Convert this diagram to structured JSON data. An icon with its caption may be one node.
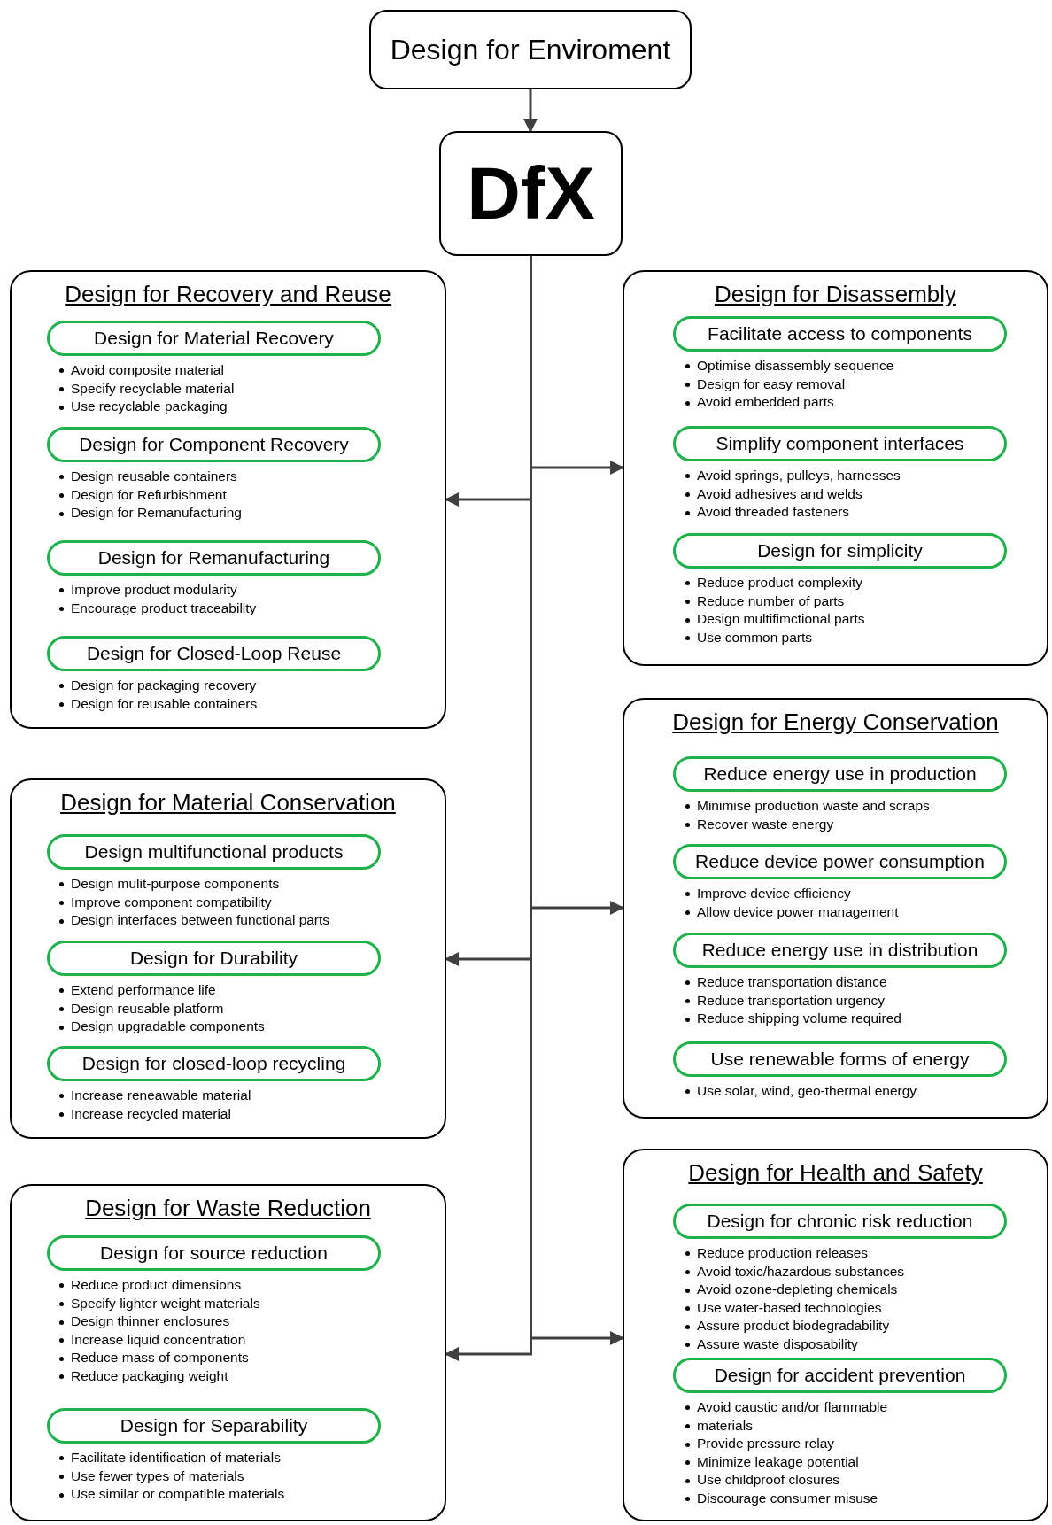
{
  "diagram": {
    "nodes": [
      {
        "text": [
          "Design for Enviroment"
        ]
      },
      {
        "text": [
          "DfX"
        ]
      },
      {
        "text": [
          "Design for Recovery and Reuse"
        ]
      },
      {
        "text": [
          "Design for Material Recovery"
        ],
        "in": 2,
        "beside": [
          "Avoid composite material",
          "Specify recyclable material",
          "Use recyclable packaging"
        ]
      },
      {
        "text": [
          "Design for Component Recovery"
        ],
        "in": 2,
        "beside": [
          "Design reusable containers",
          "Design for Refurbishment",
          "Design for Remanufacturing"
        ]
      },
      {
        "text": [
          "Design for Remanufacturing"
        ],
        "in": 2,
        "beside": [
          "Improve product modularity",
          "Encourage product traceability"
        ]
      },
      {
        "text": [
          "Design for Closed-Loop Reuse"
        ],
        "in": 2,
        "beside": [
          "Design for packaging recovery",
          "Design for reusable containers"
        ]
      },
      {
        "text": [
          "Design for Material Conservation"
        ]
      },
      {
        "text": [
          "Design multifunctional products"
        ],
        "in": 7,
        "beside": [
          "Design mulit-purpose components",
          "Improve component compatibility",
          "Design interfaces between functional parts"
        ]
      },
      {
        "text": [
          "Design for Durability"
        ],
        "in": 7,
        "beside": [
          "Extend performance life",
          "Design reusable platform",
          "Design upgradable components"
        ]
      },
      {
        "text": [
          "Design for closed-loop recycling"
        ],
        "in": 7,
        "beside": [
          "Increase reneawable material",
          "Increase recycled material"
        ]
      },
      {
        "text": [
          "Design for Waste Reduction"
        ]
      },
      {
        "text": [
          "Design for source reduction"
        ],
        "in": 11,
        "beside": [
          "Reduce product dimensions",
          "Specify lighter weight materials",
          "Design thinner enclosures",
          "Increase liquid concentration",
          "Reduce mass of components",
          "Reduce packaging weight"
        ]
      },
      {
        "text": [
          "Design for Separability"
        ],
        "in": 11,
        "beside": [
          "Facilitate identification of materials",
          "Use fewer types of materials",
          "Use similar or compatible materials"
        ]
      },
      {
        "text": [
          "Design for Disassembly"
        ]
      },
      {
        "text": [
          "Facilitate access to components"
        ],
        "in": 14,
        "beside": [
          "Optimise disassembly sequence",
          "Design for easy removal",
          "Avoid embedded parts"
        ]
      },
      {
        "text": [
          "Simplify component interfaces"
        ],
        "in": 14,
        "beside": [
          "Avoid springs, pulleys, harnesses",
          "Avoid adhesives and welds",
          "Avoid threaded fasteners"
        ]
      },
      {
        "text": [
          "Design for simplicity"
        ],
        "in": 14,
        "beside": [
          "Reduce product complexity",
          "Reduce number of parts",
          "Design multifimctional parts",
          "Use common parts"
        ]
      },
      {
        "text": [
          "Design for Energy Conservation"
        ]
      },
      {
        "text": [
          "Reduce energy use in production"
        ],
        "in": 18,
        "beside": [
          "Minimise production waste and scraps",
          "Recover waste energy"
        ]
      },
      {
        "text": [
          "Reduce device power consumption"
        ],
        "in": 18,
        "beside": [
          "Improve device efficiency",
          "Allow device power management"
        ]
      },
      {
        "text": [
          "Reduce energy use in distribution"
        ],
        "in": 18,
        "beside": [
          "Reduce transportation distance",
          "Reduce transportation urgency",
          "Reduce shipping volume required"
        ]
      },
      {
        "text": [
          "Use renewable forms of energy"
        ],
        "in": 18,
        "beside": [
          "Use solar, wind, geo-thermal energy"
        ]
      },
      {
        "text": [
          "Design for Health and Safety"
        ]
      },
      {
        "text": [
          "Design for chronic risk reduction"
        ],
        "in": 23,
        "beside": [
          "Reduce production releases",
          "Avoid toxic/hazardous substances",
          "Avoid ozone-depleting chemicals",
          "Use water-based technologies",
          "Assure product biodegradability",
          "Assure waste disposability"
        ]
      },
      {
        "text": [
          "Design for accident prevention"
        ],
        "in": 23,
        "beside": [
          "Avoid caustic and/or flammable",
          "materials",
          "Provide pressure relay",
          "Minimize leakage potential",
          "Use childproof closures",
          "Discourage consumer misuse"
        ]
      }
    ],
    "edges": [
      {
        "from": 0,
        "to": 1,
        "arrow": "to"
      },
      {
        "from": 1,
        "to": 2,
        "arrow": "to"
      },
      {
        "from": 1,
        "to": 7,
        "arrow": "to"
      },
      {
        "from": 1,
        "to": 11,
        "arrow": "to"
      },
      {
        "from": 1,
        "to": 14,
        "arrow": "to"
      },
      {
        "from": 1,
        "to": 18,
        "arrow": "to"
      },
      {
        "from": 1,
        "to": 23,
        "arrow": "to"
      }
    ]
  }
}
